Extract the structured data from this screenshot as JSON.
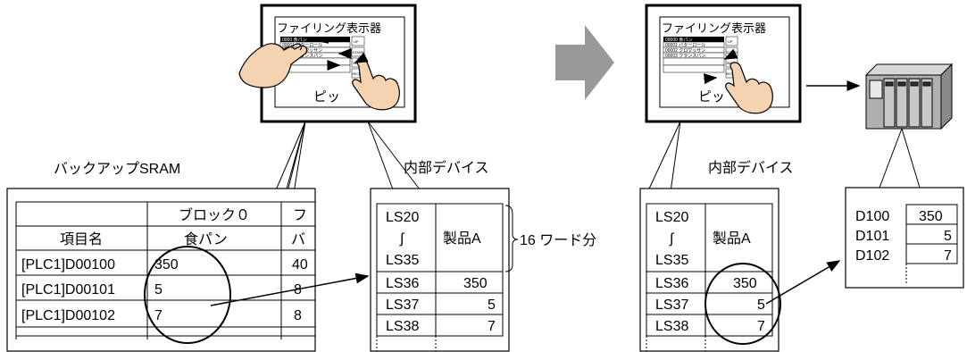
{
  "left_panel": {
    "screen_title": "ファイリング表示器",
    "screen_rows": [
      "0000 食パン",
      "00001 バターロール",
      "00002 クロワッサン",
      "00003 フランスパン"
    ],
    "screen_buttons": [
      "UP",
      "DOWN",
      "SEND",
      "RECEIVE"
    ],
    "beep_text": "ピッ",
    "sram_label": "バックアップSRAM",
    "sram_table": {
      "header_row1": [
        "",
        "ブロック０",
        "フ"
      ],
      "header_row2": [
        "項目名",
        "食パン",
        "バ"
      ],
      "rows": [
        {
          "name": "[PLC1]D00100",
          "value": "350",
          "extra": "40"
        },
        {
          "name": "[PLC1]D00101",
          "value": "5",
          "extra": "8"
        },
        {
          "name": "[PLC1]D00102",
          "value": "7",
          "extra": "8"
        }
      ]
    },
    "internal_label": "内部デバイス",
    "internal_table": {
      "range_top": "LS20",
      "range_mid": "∫",
      "range_bottom": "LS35",
      "range_value": "製品A",
      "rows": [
        {
          "addr": "LS36",
          "value": "350"
        },
        {
          "addr": "LS37",
          "value": "5"
        },
        {
          "addr": "LS38",
          "value": "7"
        }
      ]
    },
    "brace_label": "16 ワード分"
  },
  "right_panel": {
    "screen_title": "ファイリング表示器",
    "screen_rows": [
      "00000 食パン",
      "00001 バターロール",
      "00002 クロワッサン",
      "00003 フランスパン"
    ],
    "screen_buttons": [
      "UP",
      "DOWN",
      "SEND",
      "RECEIVE"
    ],
    "beep_text": "ピッ",
    "internal_label": "内部デバイス",
    "internal_table": {
      "range_top": "LS20",
      "range_mid": "∫",
      "range_bottom": "LS35",
      "range_value": "製品A",
      "rows": [
        {
          "addr": "LS36",
          "value": "350"
        },
        {
          "addr": "LS37",
          "value": "5"
        },
        {
          "addr": "LS38",
          "value": "7"
        }
      ]
    },
    "plc_table": {
      "rows": [
        {
          "addr": "D100",
          "value": "350"
        },
        {
          "addr": "D101",
          "value": "5"
        },
        {
          "addr": "D102",
          "value": "7"
        }
      ]
    }
  },
  "colors": {
    "transition_arrow": "#999999",
    "screen_outer": "#ffffff",
    "plc_body": "#b0b0b0"
  }
}
